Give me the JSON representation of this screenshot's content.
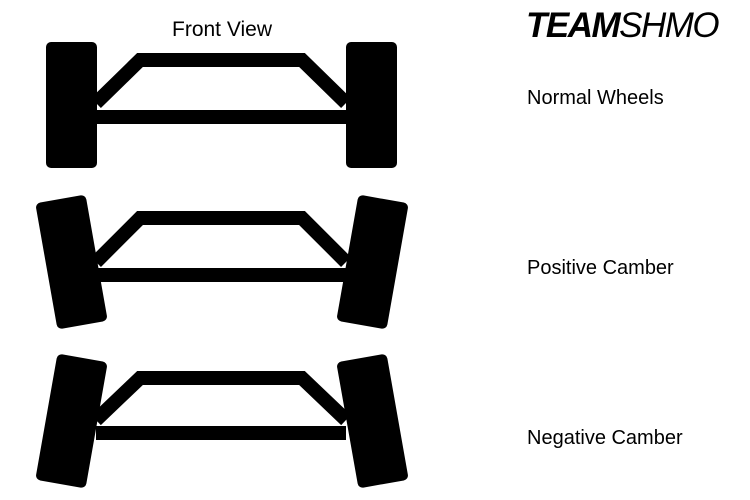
{
  "title": "Front View",
  "brand": {
    "bold": "TEAM",
    "light": "SHMO"
  },
  "colors": {
    "ink": "#000000",
    "background": "#ffffff"
  },
  "configs": [
    {
      "label": "Normal Wheels",
      "camber": "none"
    },
    {
      "label": "Positive Camber",
      "camber": "positive"
    },
    {
      "label": "Negative Camber",
      "camber": "negative"
    }
  ]
}
